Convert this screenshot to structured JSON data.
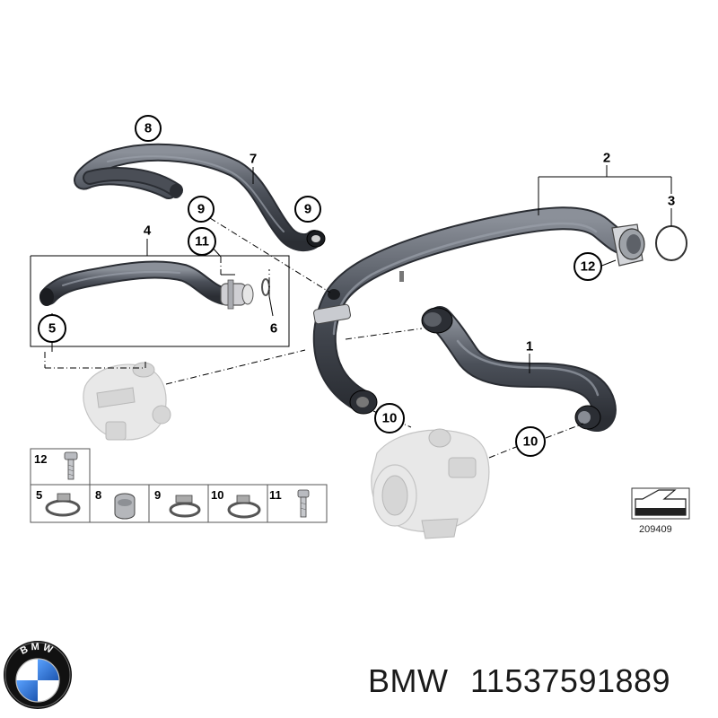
{
  "callouts": {
    "c8": "8",
    "c7": "7",
    "c9a": "9",
    "c9b": "9",
    "c11": "11",
    "c4": "4",
    "c6": "6",
    "c5": "5",
    "c2": "2",
    "c3": "3",
    "c12": "12",
    "c1": "1",
    "c10a": "10",
    "c10b": "10"
  },
  "legend": {
    "row1": [
      "12"
    ],
    "row2": [
      "5",
      "8",
      "9",
      "10",
      "11"
    ]
  },
  "diagram_id": "209409",
  "logo": {
    "text": "BMW",
    "colors": {
      "blue": "#1c69d4",
      "white": "#ffffff",
      "ring": "#111111"
    }
  },
  "footer": {
    "brand": "BMW",
    "part_number": "11537591889"
  }
}
